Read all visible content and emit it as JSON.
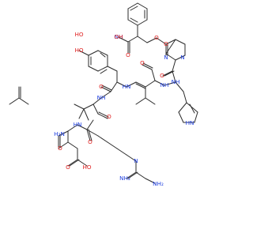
{
  "colors": {
    "bond": "#2b2b2b",
    "oxygen": "#e02020",
    "nitrogen": "#2040e0",
    "background": "#ffffff"
  },
  "labels": [
    {
      "t": "HO",
      "c": "oxygen"
    },
    {
      "t": "O",
      "c": "oxygen"
    },
    {
      "t": "NH",
      "c": "nitrogen"
    },
    {
      "t": "O",
      "c": "oxygen"
    },
    {
      "t": "N",
      "c": "nitrogen"
    },
    {
      "t": "O",
      "c": "oxygen"
    },
    {
      "t": "NH",
      "c": "nitrogen"
    },
    {
      "t": "O",
      "c": "oxygen"
    },
    {
      "t": "HN",
      "c": "nitrogen"
    },
    {
      "t": "NH",
      "c": "nitrogen"
    },
    {
      "t": "O",
      "c": "oxygen"
    },
    {
      "t": "N",
      "c": "nitrogen"
    },
    {
      "t": "HO",
      "c": "oxygen"
    },
    {
      "t": "HN",
      "c": "nitrogen"
    },
    {
      "t": "O",
      "c": "oxygen"
    },
    {
      "t": "NH",
      "c": "nitrogen"
    },
    {
      "t": "O",
      "c": "oxygen"
    },
    {
      "t": "OH",
      "c": "oxygen"
    },
    {
      "t": "O",
      "c": "oxygen"
    },
    {
      "t": "HN",
      "c": "nitrogen"
    },
    {
      "t": "H₂N",
      "c": "nitrogen"
    },
    {
      "t": "O",
      "c": "oxygen"
    },
    {
      "t": "N",
      "c": "nitrogen"
    },
    {
      "t": "NH₂",
      "c": "nitrogen"
    },
    {
      "t": "NH₂",
      "c": "nitrogen"
    },
    {
      "t": "O",
      "c": "oxygen"
    },
    {
      "t": "HO",
      "c": "oxygen"
    }
  ]
}
